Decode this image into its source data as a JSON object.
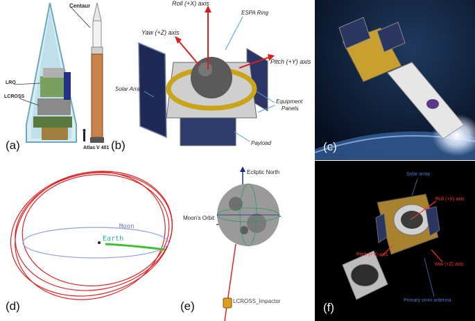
{
  "panels": {
    "a": {
      "label": "(a)",
      "texts": {
        "centaur": "Centaur",
        "lro": "LRO",
        "lcross": "LCROSS",
        "atlas": "Atlas V 401"
      }
    },
    "b": {
      "label": "(b)",
      "texts": {
        "roll": "Roll (+X) axis",
        "espa": "ESPA Ring",
        "yaw": "Yaw (+Z) axis",
        "pitch": "Pitch (+Y) axis",
        "solar": "Solar Array",
        "equip1": "Equipment",
        "equip2": "Panels",
        "payload": "Payload"
      }
    },
    "c": {
      "label": "(c)"
    },
    "d": {
      "label": "(d)",
      "texts": {
        "moon": "Moon",
        "earth": "Earth"
      }
    },
    "e": {
      "label": "(e)",
      "texts": {
        "ecliptic": "Ecliptic North",
        "orbit": "Moon's Orbit",
        "impactor": "LCROSS_Impactor"
      }
    },
    "f": {
      "label": "(f)",
      "texts": {
        "solar": "Solar array",
        "roll": "Roll (+X) axis",
        "pitch": "Pitch (+Y) axis",
        "yaw": "Yaw (+Z) axis",
        "omni": "Primary omni antenna"
      }
    }
  },
  "colors": {
    "axis_red": "#d42020",
    "leader_blue": "#4aa0d8",
    "orbit_red": "#e02020",
    "moon_orbit": "#8fa0e0",
    "trajectory_green": "#40c030",
    "space_dark": "#0a1a33",
    "f_label_red": "#ff3030",
    "f_label_blue": "#4a78d0"
  }
}
